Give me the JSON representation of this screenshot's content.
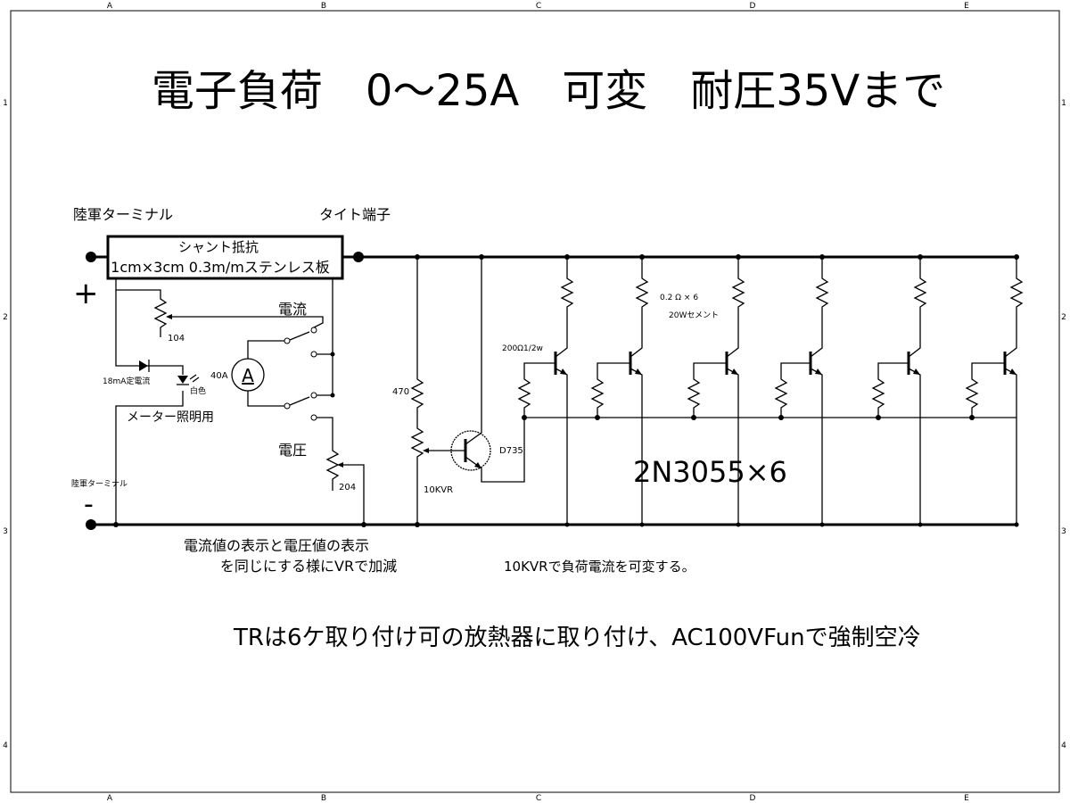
{
  "frame": {
    "columns": [
      "A",
      "B",
      "C",
      "D",
      "E"
    ],
    "rows": [
      "1",
      "2",
      "3",
      "4"
    ]
  },
  "title": "電子負荷　0～25A　可変　耐圧35Vまで",
  "labels": {
    "terminal_top": "陸軍ターミナル",
    "tie_terminal": "タイト端子",
    "shunt_line1": "シャント抵抗",
    "shunt_line2": "1cm×3cm 0.3m/mステンレス板",
    "plus": "+",
    "minus": "-",
    "pot_104": "104",
    "current": "電流",
    "ammeter_range": "40A",
    "ammeter_symbol": "A",
    "ccd": "18mA定電流",
    "led_color": "白色",
    "meter_light": "メーター照明用",
    "voltage": "電圧",
    "pot_204": "204",
    "terminal_bottom": "陸軍ターミナル",
    "r470": "470",
    "vr": "10KVR",
    "driver": "D735",
    "base_res": "200Ω1/2w",
    "emitter_res_1": "0.2 Ω × 6",
    "emitter_res_2": "20Wセメント",
    "power_tr": "2N3055×6",
    "note_adjust_1": "電流値の表示と電圧値の表示",
    "note_adjust_2": "を同じにする様にVRで加減",
    "note_vr": "10KVRで負荷電流を可変する。",
    "note_cooling": "TRは6ケ取り付け可の放熱器に取り付け、AC100VFunで強制空冷"
  }
}
